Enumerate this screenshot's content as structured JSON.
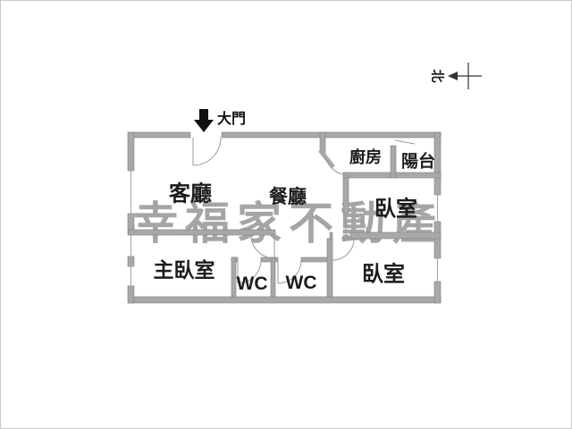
{
  "meta": {
    "type": "real-estate-floor-plan",
    "background": "#ffffff"
  },
  "colors": {
    "wall_fill": "#a8a8a8",
    "wall_edge": "#7f7f7f",
    "door_line": "#9a9a9a",
    "label_text": "#1c1c1c",
    "watermark_text": "#a5a5a5",
    "arrow_black": "#111111"
  },
  "watermark": {
    "text": "幸福家不動產"
  },
  "annotations": {
    "entrance_label": "大門",
    "north_label": "北"
  },
  "rooms": {
    "living_room": "客廳",
    "dining_room": "餐廳",
    "kitchen": "廚房",
    "balcony": "陽台",
    "bedroom_right": "臥室",
    "master_bedroom": "主臥室",
    "wc_1": "WC",
    "wc_2": "WC",
    "bedroom_bottom": "臥室"
  }
}
